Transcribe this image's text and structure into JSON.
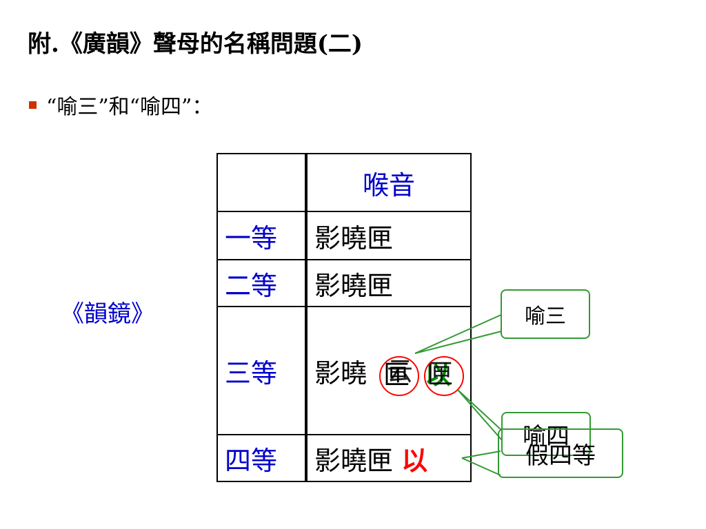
{
  "title": "附.《廣韻》聲母的名稱問題(二)",
  "bullet": "“喻三”和“喻四”：",
  "side_label": "《韻鏡》",
  "table": {
    "header": "喉音",
    "rows": [
      {
        "grade": "一等",
        "cell": "影曉匣"
      },
      {
        "grade": "二等",
        "cell": "影曉匣"
      },
      {
        "grade": "三等",
        "cell_prefix": "影曉",
        "overlay_a": "匣",
        "overlay_b": "云",
        "overlay_c": "以",
        "overlay_d": "匣"
      },
      {
        "grade": "四等",
        "cell": "影曉匣",
        "extra": "以"
      }
    ]
  },
  "callouts": {
    "c1": "喻三",
    "c2_top": "喻四",
    "c2_bottom": "假四等"
  },
  "colors": {
    "blue": "#0000cc",
    "red": "#ff0000",
    "green": "#008800",
    "callout_border": "#339933",
    "bullet": "#cc3300"
  }
}
